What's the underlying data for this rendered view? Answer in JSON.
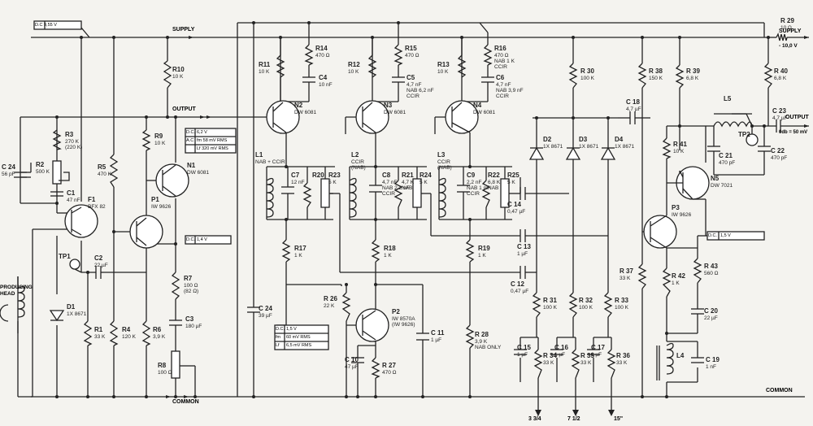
{
  "dc_top": "D.C  9,55 V",
  "nets": {
    "supply": "SUPPLY",
    "output": "OUTPUT",
    "common": "COMMON",
    "common_right": "COMMON",
    "supply_out": "SUPPLY",
    "supply_out_v": "- 10,0 V",
    "output_right": "OUTPUT",
    "output_right_v": "0db = 50 mV",
    "playback_head": "PRODUCING HEAD"
  },
  "taps": {
    "t1": "3 3/4",
    "t2": "7 1/2",
    "t3": "15\""
  },
  "boxes": {
    "n1": [
      [
        "D.C.",
        "6,2 V"
      ],
      [
        "A.C",
        "fm  58 mV RMS"
      ],
      [
        "",
        "Lf  320 mV RMS"
      ]
    ],
    "p1": [
      [
        "D.C.",
        "1,4 V"
      ]
    ],
    "p2": [
      [
        "D.C.",
        "1,5 V"
      ],
      [
        "fm",
        "60 mV RMS"
      ],
      [
        "Lf",
        "6,5 mV RMS"
      ]
    ],
    "p3": [
      [
        "D.C.",
        "1,5 V"
      ]
    ]
  },
  "transistors": [
    {
      "id": "n2",
      "ref": "N2",
      "part": "DW 6081"
    },
    {
      "id": "n3",
      "ref": "N3",
      "part": "DW 6081"
    },
    {
      "id": "n4",
      "ref": "N4",
      "part": "DW 6081"
    },
    {
      "id": "n1",
      "ref": "N1",
      "part": "DW 6081"
    },
    {
      "id": "p1",
      "ref": "P1",
      "part": "IW 9626"
    },
    {
      "id": "f1",
      "ref": "F1",
      "part": "BFX 82"
    },
    {
      "id": "p2",
      "ref": "P2",
      "part": "IW 8570A (IW 9626)"
    },
    {
      "id": "n5",
      "ref": "N5",
      "part": "DW 7021"
    },
    {
      "id": "p3",
      "ref": "P3",
      "part": "IW 9626"
    }
  ],
  "components": [
    {
      "id": "r10",
      "ref": "R10",
      "val": "10 K"
    },
    {
      "id": "r3",
      "ref": "R3",
      "val": "270 K (220 K)"
    },
    {
      "id": "r2",
      "ref": "R2",
      "val": "500 K"
    },
    {
      "id": "c24a",
      "ref": "C 24",
      "val": "56 pF"
    },
    {
      "id": "c1",
      "ref": "C1",
      "val": "47 nF"
    },
    {
      "id": "r5",
      "ref": "R5",
      "val": "470 K"
    },
    {
      "id": "r9",
      "ref": "R9",
      "val": "10 K"
    },
    {
      "id": "c2",
      "ref": "C2",
      "val": "22 µF"
    },
    {
      "id": "r7",
      "ref": "R7",
      "val": "100 Ω (82 Ω)"
    },
    {
      "id": "c3",
      "ref": "C3",
      "val": "180 µF"
    },
    {
      "id": "r8",
      "ref": "R8",
      "val": "100 Ω"
    },
    {
      "id": "r1",
      "ref": "R1",
      "val": "33 K"
    },
    {
      "id": "r4",
      "ref": "R4",
      "val": "120 K"
    },
    {
      "id": "r6",
      "ref": "R6",
      "val": "3,9 K"
    },
    {
      "id": "d1",
      "ref": "D1",
      "val": "1X 8671"
    },
    {
      "id": "tp1",
      "ref": "TP1",
      "val": ""
    },
    {
      "id": "r14",
      "ref": "R14",
      "val": "470 Ω"
    },
    {
      "id": "r11",
      "ref": "R11",
      "val": "10 K"
    },
    {
      "id": "c4",
      "ref": "C4",
      "val": "10 nF"
    },
    {
      "id": "r15",
      "ref": "R15",
      "val": "470 Ω"
    },
    {
      "id": "r12",
      "ref": "R12",
      "val": "10 K"
    },
    {
      "id": "c5",
      "ref": "C5",
      "val": "4,7 nF NAB 6,2 nF CCIR"
    },
    {
      "id": "r16",
      "ref": "R16",
      "val": "470 Ω NAB 1 K CCIR"
    },
    {
      "id": "r13",
      "ref": "R13",
      "val": "10 K"
    },
    {
      "id": "c6",
      "ref": "C6",
      "val": "4,7 nF NAB 3,9 nF CCIR"
    },
    {
      "id": "l1",
      "ref": "L1",
      "val": "NAB + CCIR"
    },
    {
      "id": "c7",
      "ref": "C7",
      "val": "12 nF"
    },
    {
      "id": "r20",
      "ref": "R20",
      "val": ""
    },
    {
      "id": "r23",
      "ref": "R23",
      "val": "5 K"
    },
    {
      "id": "l2",
      "ref": "L2",
      "val": "CCIR (NAB)"
    },
    {
      "id": "c8",
      "ref": "C8",
      "val": "4,7 nF NAB 2,2 nF CCIR"
    },
    {
      "id": "r21",
      "ref": "R21",
      "val": "4,7 K NAB"
    },
    {
      "id": "r24",
      "ref": "R24",
      "val": "5 K"
    },
    {
      "id": "l3",
      "ref": "L3",
      "val": "CCIR (NAB)"
    },
    {
      "id": "c9",
      "ref": "C9",
      "val": "2,2 nF NAB 1 nF CCIR"
    },
    {
      "id": "r22",
      "ref": "R22",
      "val": "6,8 K NAB"
    },
    {
      "id": "r25",
      "ref": "R25",
      "val": "5 K"
    },
    {
      "id": "r17",
      "ref": "R17",
      "val": "1 K"
    },
    {
      "id": "r18",
      "ref": "R18",
      "val": "1 K"
    },
    {
      "id": "r19",
      "ref": "R19",
      "val": "1 K"
    },
    {
      "id": "c14",
      "ref": "C 14",
      "val": "0,47 µF"
    },
    {
      "id": "c13",
      "ref": "C 13",
      "val": "1 µF"
    },
    {
      "id": "c12",
      "ref": "C 12",
      "val": "0,47 µF"
    },
    {
      "id": "c24b",
      "ref": "C 24",
      "val": "39 µF"
    },
    {
      "id": "r26",
      "ref": "R 26",
      "val": "22 K"
    },
    {
      "id": "c10",
      "ref": "C 10",
      "val": "47 µF"
    },
    {
      "id": "r27",
      "ref": "R 27",
      "val": "470 Ω"
    },
    {
      "id": "c11",
      "ref": "C 11",
      "val": "1 µF"
    },
    {
      "id": "r28",
      "ref": "R 28",
      "val": "3,9 K NAB ONLY"
    },
    {
      "id": "r30",
      "ref": "R 30",
      "val": "100 K"
    },
    {
      "id": "c18",
      "ref": "C 18",
      "val": "4,7 µF"
    },
    {
      "id": "r38",
      "ref": "R 38",
      "val": "150 K"
    },
    {
      "id": "d2",
      "ref": "D2",
      "val": "1X 8671"
    },
    {
      "id": "d3",
      "ref": "D3",
      "val": "1X 8671"
    },
    {
      "id": "d4",
      "ref": "D4",
      "val": "1X 8671"
    },
    {
      "id": "r31",
      "ref": "R 31",
      "val": "100 K"
    },
    {
      "id": "r32",
      "ref": "R 32",
      "val": "100 K"
    },
    {
      "id": "r33",
      "ref": "R 33",
      "val": "100 K"
    },
    {
      "id": "r37",
      "ref": "R 37",
      "val": "33 K"
    },
    {
      "id": "c15",
      "ref": "C 15",
      "val": "1 µF"
    },
    {
      "id": "r34",
      "ref": "R 34",
      "val": "33 K"
    },
    {
      "id": "c16",
      "ref": "C 16",
      "val": "1 µF"
    },
    {
      "id": "r35",
      "ref": "R 35",
      "val": "33 K"
    },
    {
      "id": "c17",
      "ref": "C 17",
      "val": "1 µF"
    },
    {
      "id": "r36",
      "ref": "R 36",
      "val": "33 K"
    },
    {
      "id": "r39",
      "ref": "R 39",
      "val": "6,8 K"
    },
    {
      "id": "r29",
      "ref": "R 29",
      "val": "10 Ω"
    },
    {
      "id": "r40",
      "ref": "R 40",
      "val": "6,8 K"
    },
    {
      "id": "l5",
      "ref": "L5",
      "val": ""
    },
    {
      "id": "c23",
      "ref": "C 23",
      "val": "4,7 µF"
    },
    {
      "id": "r41",
      "ref": "R 41",
      "val": "10 K"
    },
    {
      "id": "c21",
      "ref": "C 21",
      "val": "470 pF"
    },
    {
      "id": "tp2",
      "ref": "TP2",
      "val": ""
    },
    {
      "id": "c22",
      "ref": "C 22",
      "val": "470 pF"
    },
    {
      "id": "r43",
      "ref": "R 43",
      "val": "560 Ω"
    },
    {
      "id": "r42",
      "ref": "R 42",
      "val": "1 K"
    },
    {
      "id": "c20",
      "ref": "C 20",
      "val": "22 µF"
    },
    {
      "id": "l4",
      "ref": "L4",
      "val": ""
    },
    {
      "id": "c19",
      "ref": "C 19",
      "val": "1 nF"
    }
  ]
}
